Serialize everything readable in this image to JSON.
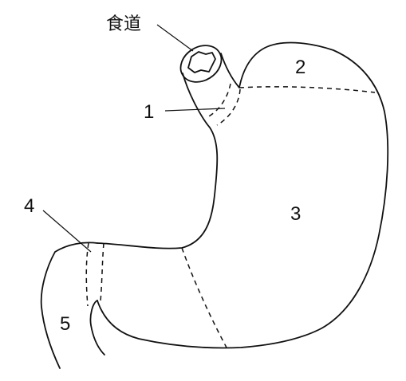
{
  "labels": {
    "esophagus": "食道",
    "region_1": "1",
    "region_2": "2",
    "region_3": "3",
    "region_4": "4",
    "region_5": "5"
  }
}
